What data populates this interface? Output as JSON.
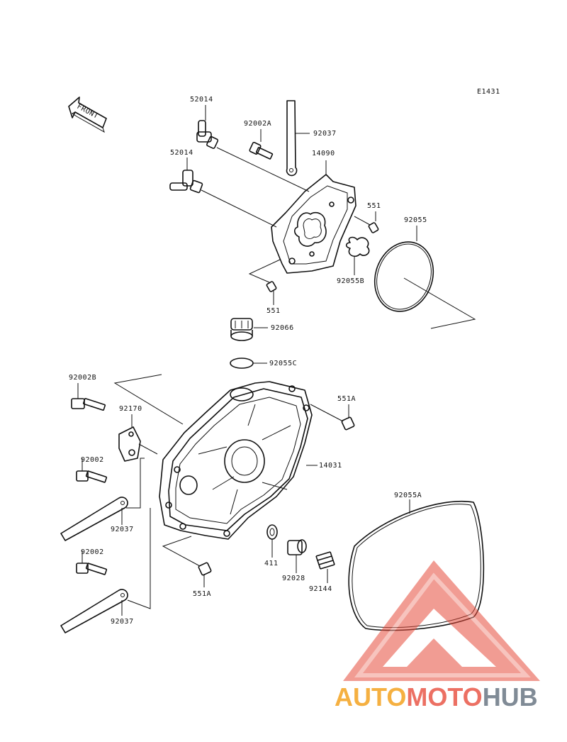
{
  "diagram_code": "E1431",
  "front_label": "FRONT",
  "labels": {
    "l_52014_top": "52014",
    "l_52014_mid": "52014",
    "l_92002A": "92002A",
    "l_92037_top": "92037",
    "l_14090": "14090",
    "l_551_right": "551",
    "l_92055": "92055",
    "l_92055B": "92055B",
    "l_551_left": "551",
    "l_92066": "92066",
    "l_92055C": "92055C",
    "l_92002B": "92002B",
    "l_92170": "92170",
    "l_551A_top": "551A",
    "l_14031": "14031",
    "l_92002_a": "92002",
    "l_92055A": "92055A",
    "l_92037_mid": "92037",
    "l_411": "411",
    "l_92028": "92028",
    "l_92144": "92144",
    "l_92002_b": "92002",
    "l_551A_bot": "551A",
    "l_92037_bot": "92037"
  },
  "watermark": {
    "part1": "AUTO",
    "part2": "MOTO",
    "part3": "HUB",
    "color_auto": "#f5b041",
    "color_moto": "#ec7063",
    "color_hub": "#808b96",
    "logo_color": "#e74c3c"
  }
}
